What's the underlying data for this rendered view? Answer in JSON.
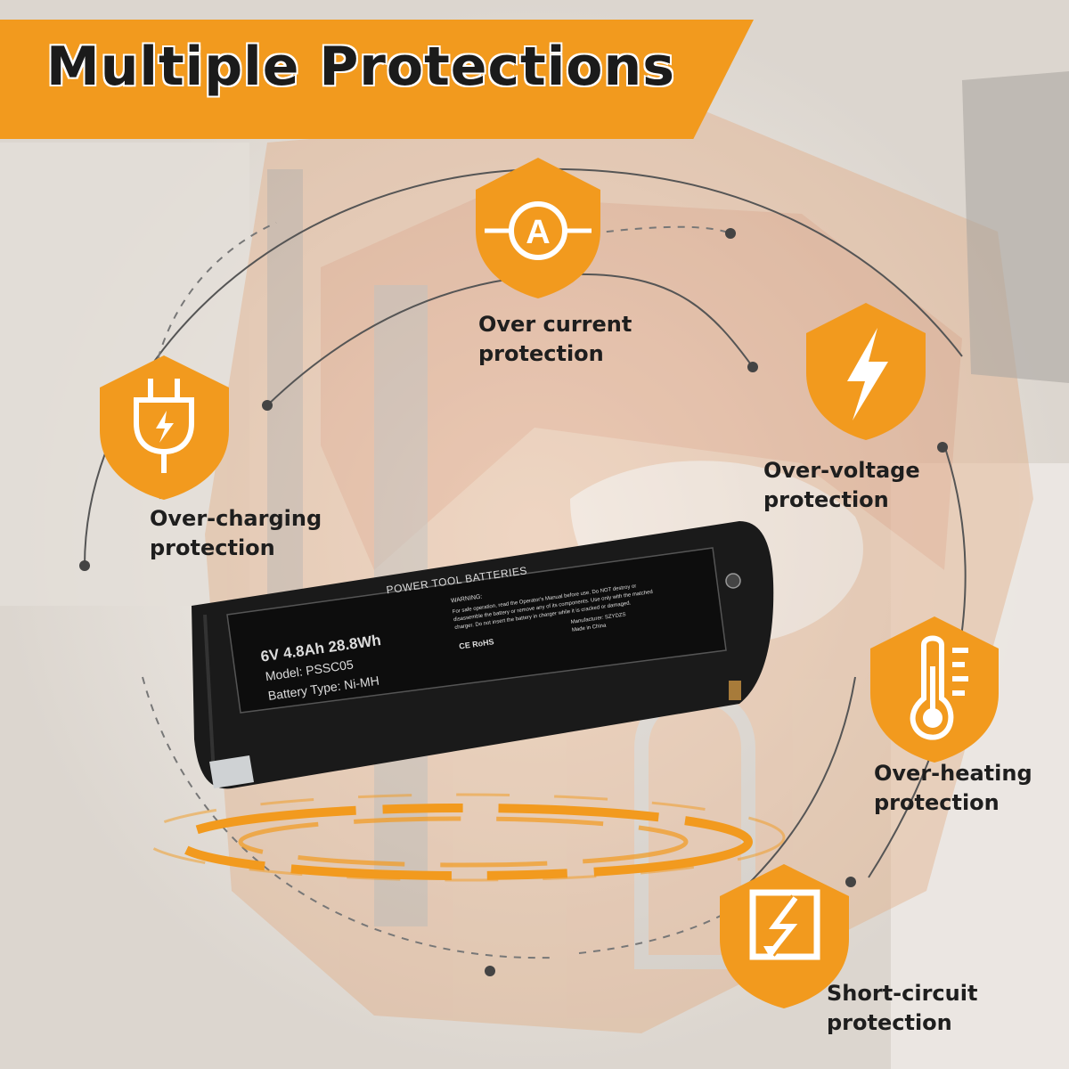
{
  "title": "Multiple Protections",
  "features": [
    {
      "id": "over-current",
      "line1": "Over current",
      "line2": "protection",
      "icon": "ammeter-icon"
    },
    {
      "id": "over-voltage",
      "line1": "Over-voltage",
      "line2": "protection",
      "icon": "lightning-bolt-icon"
    },
    {
      "id": "over-charging",
      "line1": "Over-charging",
      "line2": "protection",
      "icon": "plug-icon"
    },
    {
      "id": "over-heating",
      "line1": "Over-heating",
      "line2": "protection",
      "icon": "thermometer-icon"
    },
    {
      "id": "short-circuit",
      "line1": "Short-circuit",
      "line2": "protection",
      "icon": "short-circuit-icon"
    }
  ],
  "icon_glyph_current": "A",
  "battery": {
    "header": "POWER TOOL BATTERIES",
    "rating": "6V   4.8Ah   28.8Wh",
    "model": "Model: PSSC05",
    "type": "Battery Type: Ni-MH",
    "warning_title": "WARNING:",
    "warning_line1": "For safe operation, read the Operator's Manual before use. Do NOT destroy or",
    "warning_line2": "disassemble the battery or remove any of its components. Use only with the matched",
    "warning_line3": "charger. Do not insert the battery in charger while it is cracked or damaged.",
    "marks": "CE RoHS",
    "manufacturer": "Manufacturer: SZYDZS",
    "origin": "Made in China"
  },
  "colors": {
    "accent": "#f29a1e",
    "text": "#1e1e1e",
    "battery": "#1a1a1a"
  }
}
